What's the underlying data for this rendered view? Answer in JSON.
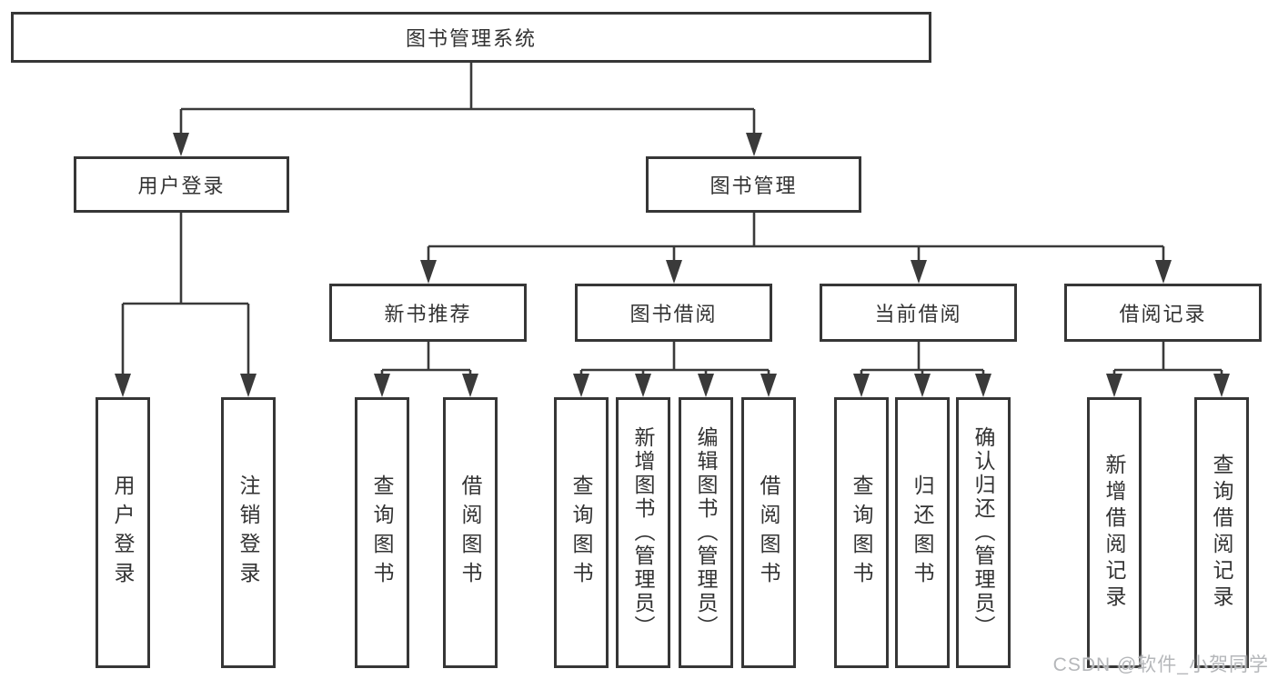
{
  "tree": {
    "root": {
      "label": "图书管理系统"
    },
    "user_login": {
      "label": "用户登录",
      "children": [
        {
          "label": "用户登录"
        },
        {
          "label": "注销登录"
        }
      ]
    },
    "book_management": {
      "label": "图书管理",
      "groups": [
        {
          "label": "新书推荐",
          "children": [
            {
              "label": "查询图书"
            },
            {
              "label": "借阅图书"
            }
          ]
        },
        {
          "label": "图书借阅",
          "children": [
            {
              "label": "查询图书"
            },
            {
              "label": "新增图书（管理员）"
            },
            {
              "label": "编辑图书（管理员）"
            },
            {
              "label": "借阅图书"
            }
          ]
        },
        {
          "label": "当前借阅",
          "children": [
            {
              "label": "查询图书"
            },
            {
              "label": "归还图书"
            },
            {
              "label": "确认归还（管理员）"
            }
          ]
        },
        {
          "label": "借阅记录",
          "children": [
            {
              "label": "新增借阅记录"
            },
            {
              "label": "查询借阅记录"
            }
          ]
        }
      ]
    }
  },
  "watermark": "CSDN @软件_小贺同学",
  "colors": {
    "line": "#3a3a3a",
    "border": "#363636",
    "text": "#333333",
    "watermark": "#b5b7ba"
  }
}
